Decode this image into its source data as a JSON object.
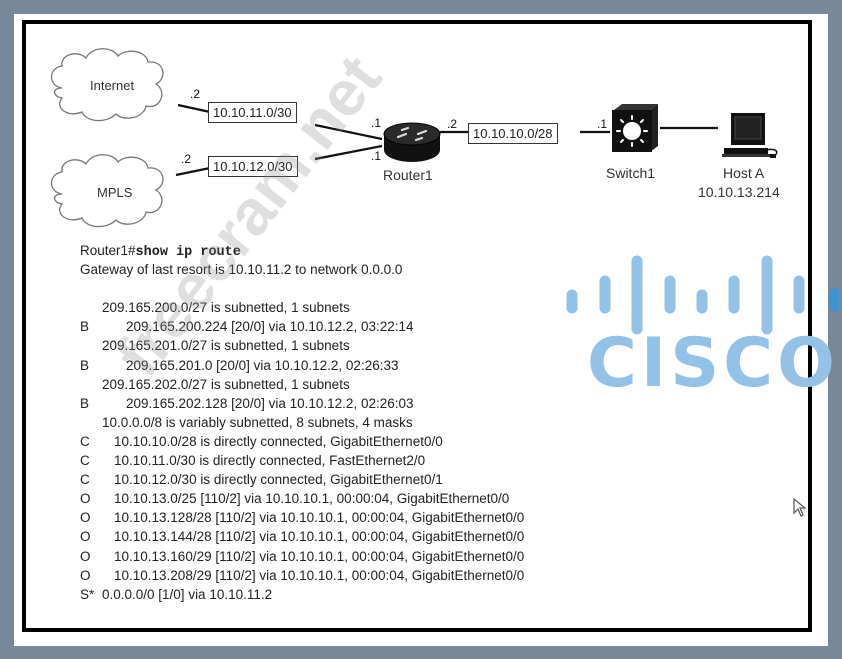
{
  "diagram": {
    "clouds": [
      {
        "id": "internet",
        "label": "Internet"
      },
      {
        "id": "mpls",
        "label": "MPLS"
      }
    ],
    "links": [
      {
        "subnet": "10.10.11.0/30",
        "left_port": ".2",
        "right_port": ".1"
      },
      {
        "subnet": "10.10.12.0/30",
        "left_port": ".2",
        "right_port": ".1"
      },
      {
        "subnet": "10.10.10.0/28",
        "left_port": ".2",
        "right_port": ".1"
      }
    ],
    "devices": {
      "router": {
        "label": "Router1"
      },
      "switch": {
        "label": "Switch1"
      },
      "host": {
        "label": "Host A",
        "ip": "10.10.13.214"
      }
    }
  },
  "output": {
    "prompt": "Router1#",
    "command": "show ip route",
    "gateway_line": "Gateway of last resort is 10.10.11.2 to network 0.0.0.0",
    "rows": [
      {
        "code": "",
        "text": "209.165.200.0/27 is subnetted, 1 subnets",
        "kind": "hdr"
      },
      {
        "code": "B",
        "text": "209.165.200.224 [20/0] via 10.10.12.2, 03:22:14",
        "kind": "route"
      },
      {
        "code": "",
        "text": "209.165.201.0/27 is subnetted, 1 subnets",
        "kind": "hdr"
      },
      {
        "code": "B",
        "text": "209.165.201.0 [20/0] via 10.10.12.2, 02:26:33",
        "kind": "route"
      },
      {
        "code": "",
        "text": "209.165.202.0/27 is subnetted, 1 subnets",
        "kind": "hdr"
      },
      {
        "code": "B",
        "text": "209.165.202.128 [20/0] via 10.10.12.2, 02:26:03",
        "kind": "route"
      },
      {
        "code": "",
        "text": "10.0.0.0/8 is variably subnetted, 8 subnets, 4 masks",
        "kind": "hdr"
      },
      {
        "code": "C",
        "text": "10.10.10.0/28 is directly connected, GigabitEthernet0/0",
        "kind": "route"
      },
      {
        "code": "C",
        "text": "10.10.11.0/30 is directly connected, FastEthernet2/0",
        "kind": "route"
      },
      {
        "code": "C",
        "text": "10.10.12.0/30 is directly connected, GigabitEthernet0/1",
        "kind": "route"
      },
      {
        "code": "O",
        "text": "10.10.13.0/25 [110/2] via 10.10.10.1, 00:00:04, GigabitEthernet0/0",
        "kind": "route"
      },
      {
        "code": "O",
        "text": "10.10.13.128/28 [110/2] via 10.10.10.1, 00:00:04, GigabitEthernet0/0",
        "kind": "route"
      },
      {
        "code": "O",
        "text": "10.10.13.144/28 [110/2] via 10.10.10.1, 00:00:04, GigabitEthernet0/0",
        "kind": "route"
      },
      {
        "code": "O",
        "text": "10.10.13.160/29 [110/2] via 10.10.10.1, 00:00:04, GigabitEthernet0/0",
        "kind": "route"
      },
      {
        "code": "O",
        "text": "10.10.13.208/29 [110/2] via 10.10.10.1, 00:00:04, GigabitEthernet0/0",
        "kind": "route"
      },
      {
        "code": "S*",
        "text": "0.0.0.0/0 [1/0] via 10.10.11.2",
        "kind": "default"
      }
    ]
  },
  "branding": {
    "logo_text": "CISCO",
    "logo_color": "#93c2e6",
    "watermark": "freecram.net"
  },
  "icons": {
    "cloud": "cloud-icon",
    "router": "router-icon",
    "switch": "multilayer-switch-icon",
    "host": "desktop-computer-icon",
    "cursor": "mouse-pointer-icon"
  }
}
